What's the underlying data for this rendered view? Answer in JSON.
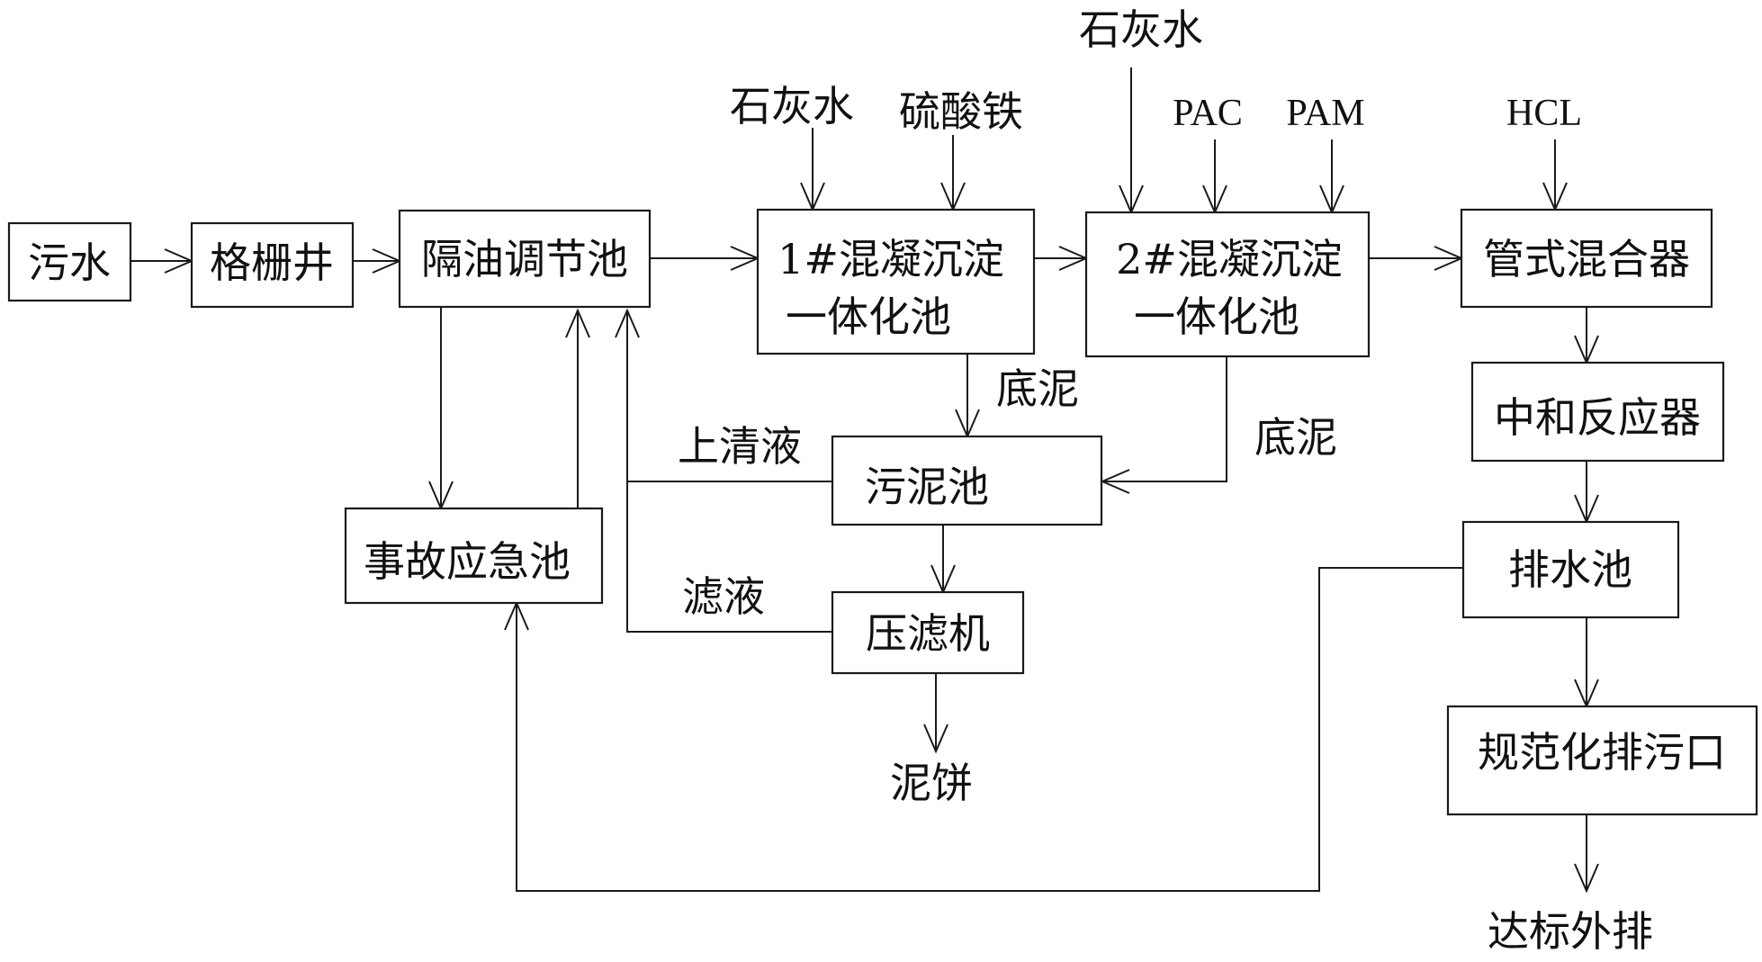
{
  "nodes": {
    "wastewater": "污水",
    "grille_well": "格栅井",
    "oil_sep_tank": "隔油调节池",
    "coag1_line1": "1#混凝沉淀",
    "coag1_line2": "一体化池",
    "coag2_line1": "2#混凝沉淀",
    "coag2_line2": "一体化池",
    "pipe_mixer": "管式混合器",
    "neutralizer": "中和反应器",
    "drain_tank": "排水池",
    "std_outlet": "规范化排污口",
    "sludge_tank": "污泥池",
    "filter_press": "压滤机",
    "emergency_tank": "事故应急池"
  },
  "reagents": {
    "lime_water_1": "石灰水",
    "ferrous_sulfate": "硫酸铁",
    "lime_water_2": "石灰水",
    "pac": "PAC",
    "pam": "PAM",
    "hcl": "HCL"
  },
  "labels": {
    "bottom_sludge_1": "底泥",
    "bottom_sludge_2": "底泥",
    "supernatant": "上清液",
    "filtrate": "滤液",
    "sludge_cake": "泥饼",
    "discharge": "达标外排"
  }
}
